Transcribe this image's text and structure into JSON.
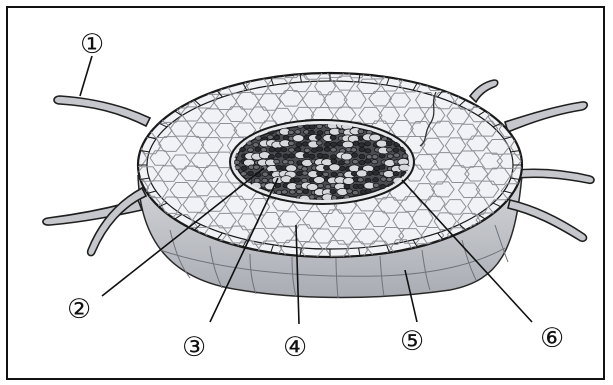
{
  "labels": [
    "①",
    "②",
    "③",
    "④",
    "⑤",
    "⑥"
  ],
  "colors": {
    "outline": "#1a1a1a",
    "cortex_fill": "#f1f2f5",
    "cell_line": "#8d9096",
    "stele_fill": "#3a3a3f",
    "side_fill": "#c9cbd0",
    "side_shadow": "#9ea1a8"
  }
}
